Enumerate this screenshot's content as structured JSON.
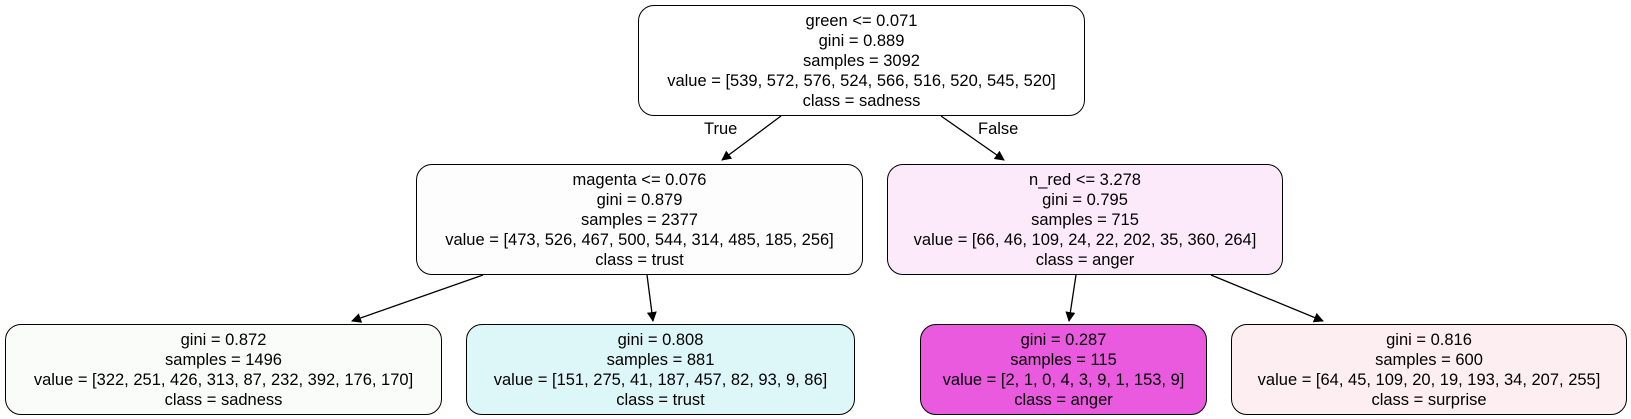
{
  "tree": {
    "root": {
      "condition": "green <= 0.071",
      "gini": "gini = 0.889",
      "samples": "samples = 3092",
      "value": "value = [539, 572, 576, 524, 566, 516, 520, 545, 520]",
      "class": "class = sadness",
      "fill": "#ffffff"
    },
    "edge_labels": {
      "true": "True",
      "false": "False"
    },
    "left": {
      "condition": "magenta <= 0.076",
      "gini": "gini = 0.879",
      "samples": "samples = 2377",
      "value": "value = [473, 526, 467, 500, 544, 314, 485, 185, 256]",
      "class": "class = trust",
      "fill": "#fdfdfd"
    },
    "right": {
      "condition": "n_red <= 3.278",
      "gini": "gini = 0.795",
      "samples": "samples = 715",
      "value": "value = [66, 46, 109, 24, 22, 202, 35, 360, 264]",
      "class": "class = anger",
      "fill": "#fce9fa"
    },
    "left_left": {
      "gini": "gini = 0.872",
      "samples": "samples = 1496",
      "value": "value = [322, 251, 426, 313, 87, 232, 392, 176, 170]",
      "class": "class = sadness",
      "fill": "#fafcfa"
    },
    "left_right": {
      "gini": "gini = 0.808",
      "samples": "samples = 881",
      "value": "value = [151, 275, 41, 187, 457, 82, 93, 9, 86]",
      "class": "class = trust",
      "fill": "#ddf6f8"
    },
    "right_left": {
      "gini": "gini = 0.287",
      "samples": "samples = 115",
      "value": "value = [2, 1, 0, 4, 3, 9, 1, 153, 9]",
      "class": "class = anger",
      "fill": "#e95ade"
    },
    "right_right": {
      "gini": "gini = 0.816",
      "samples": "samples = 600",
      "value": "value = [64, 45, 109, 20, 19, 193, 34, 207, 255]",
      "class": "class = surprise",
      "fill": "#fdeef1"
    }
  }
}
